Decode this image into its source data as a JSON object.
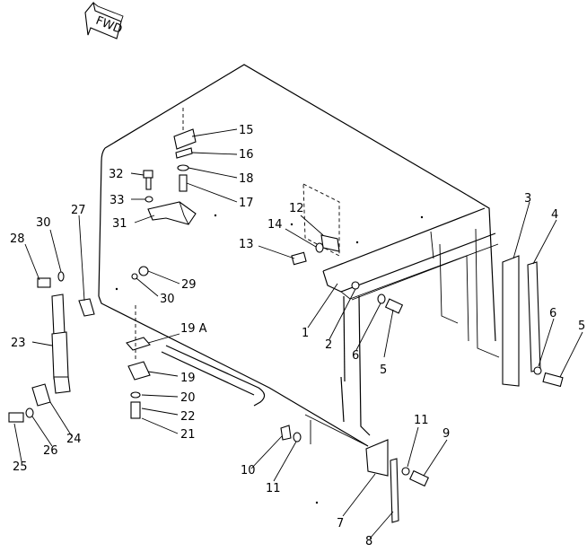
{
  "diagram": {
    "direction_marker": {
      "label": "FWD",
      "icon": "arrow-icon"
    },
    "callouts": [
      {
        "id": "c15",
        "label": "15"
      },
      {
        "id": "c16",
        "label": "16"
      },
      {
        "id": "c18",
        "label": "18"
      },
      {
        "id": "c32",
        "label": "32"
      },
      {
        "id": "c17",
        "label": "17"
      },
      {
        "id": "c33",
        "label": "33"
      },
      {
        "id": "c31",
        "label": "31"
      },
      {
        "id": "c27",
        "label": "27"
      },
      {
        "id": "c30a",
        "label": "30"
      },
      {
        "id": "c28",
        "label": "28"
      },
      {
        "id": "c29",
        "label": "29"
      },
      {
        "id": "c30b",
        "label": "30"
      },
      {
        "id": "c12",
        "label": "12"
      },
      {
        "id": "c14",
        "label": "14"
      },
      {
        "id": "c13",
        "label": "13"
      },
      {
        "id": "c3",
        "label": "3"
      },
      {
        "id": "c4",
        "label": "4"
      },
      {
        "id": "c1",
        "label": "1"
      },
      {
        "id": "c2",
        "label": "2"
      },
      {
        "id": "c6a",
        "label": "6"
      },
      {
        "id": "c5a",
        "label": "5"
      },
      {
        "id": "c6b",
        "label": "6"
      },
      {
        "id": "c5b",
        "label": "5"
      },
      {
        "id": "c23",
        "label": "23"
      },
      {
        "id": "c19A",
        "label": "19 A"
      },
      {
        "id": "c19",
        "label": "19"
      },
      {
        "id": "c20",
        "label": "20"
      },
      {
        "id": "c22",
        "label": "22"
      },
      {
        "id": "c21",
        "label": "21"
      },
      {
        "id": "c24",
        "label": "24"
      },
      {
        "id": "c26",
        "label": "26"
      },
      {
        "id": "c25",
        "label": "25"
      },
      {
        "id": "c10",
        "label": "10"
      },
      {
        "id": "c11a",
        "label": "11"
      },
      {
        "id": "c11b",
        "label": "11"
      },
      {
        "id": "c9",
        "label": "9"
      },
      {
        "id": "c7",
        "label": "7"
      },
      {
        "id": "c8",
        "label": "8"
      }
    ]
  }
}
